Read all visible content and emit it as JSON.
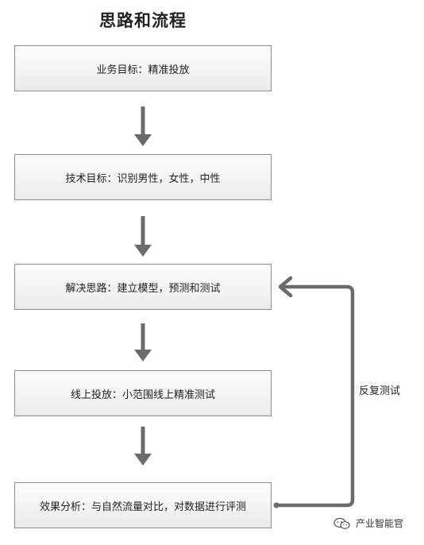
{
  "title": "思路和流程",
  "nodes": [
    {
      "id": "business-goal",
      "label": "业务目标：精准投放"
    },
    {
      "id": "tech-goal",
      "label": "技术目标：识别男性，女性，中性"
    },
    {
      "id": "approach",
      "label": "解决思路：建立模型，预测和测试"
    },
    {
      "id": "online-launch",
      "label": "线上投放：小范围线上精准测试"
    },
    {
      "id": "effect-analysis",
      "label": "效果分析：与自然流量对比，对数据进行评测"
    }
  ],
  "loop": {
    "label": "反复测试"
  },
  "watermark": {
    "text": "产业智能官",
    "icon": "wechat-icon"
  },
  "colors": {
    "arrow": "#6b6b6b",
    "border": "#8c8c8c"
  }
}
